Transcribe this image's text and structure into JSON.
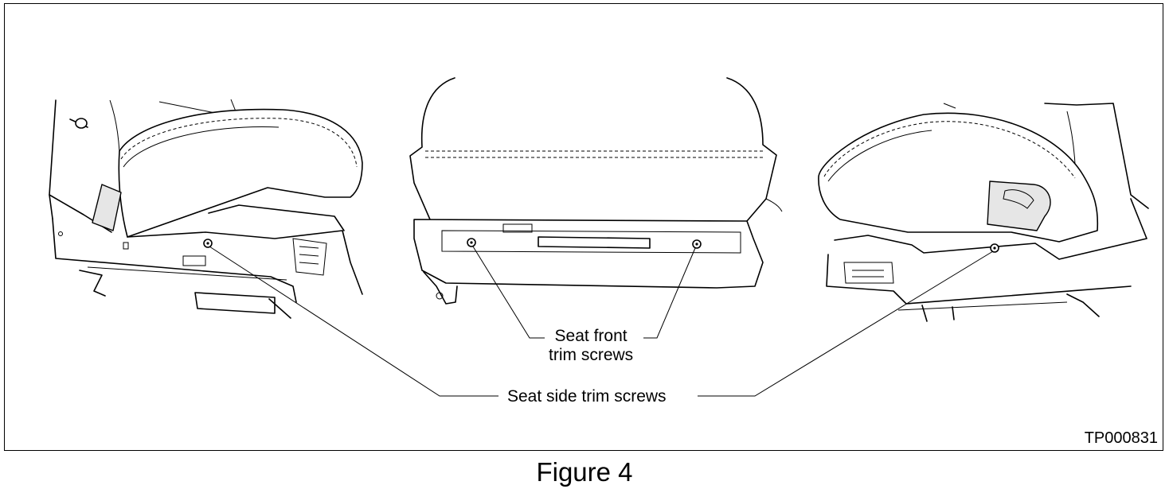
{
  "labels": {
    "front_trim_line1": "Seat front",
    "front_trim_line2": "trim screws",
    "side_trim": "Seat side trim screws"
  },
  "reference_id": "TP000831",
  "caption": "Figure 4"
}
